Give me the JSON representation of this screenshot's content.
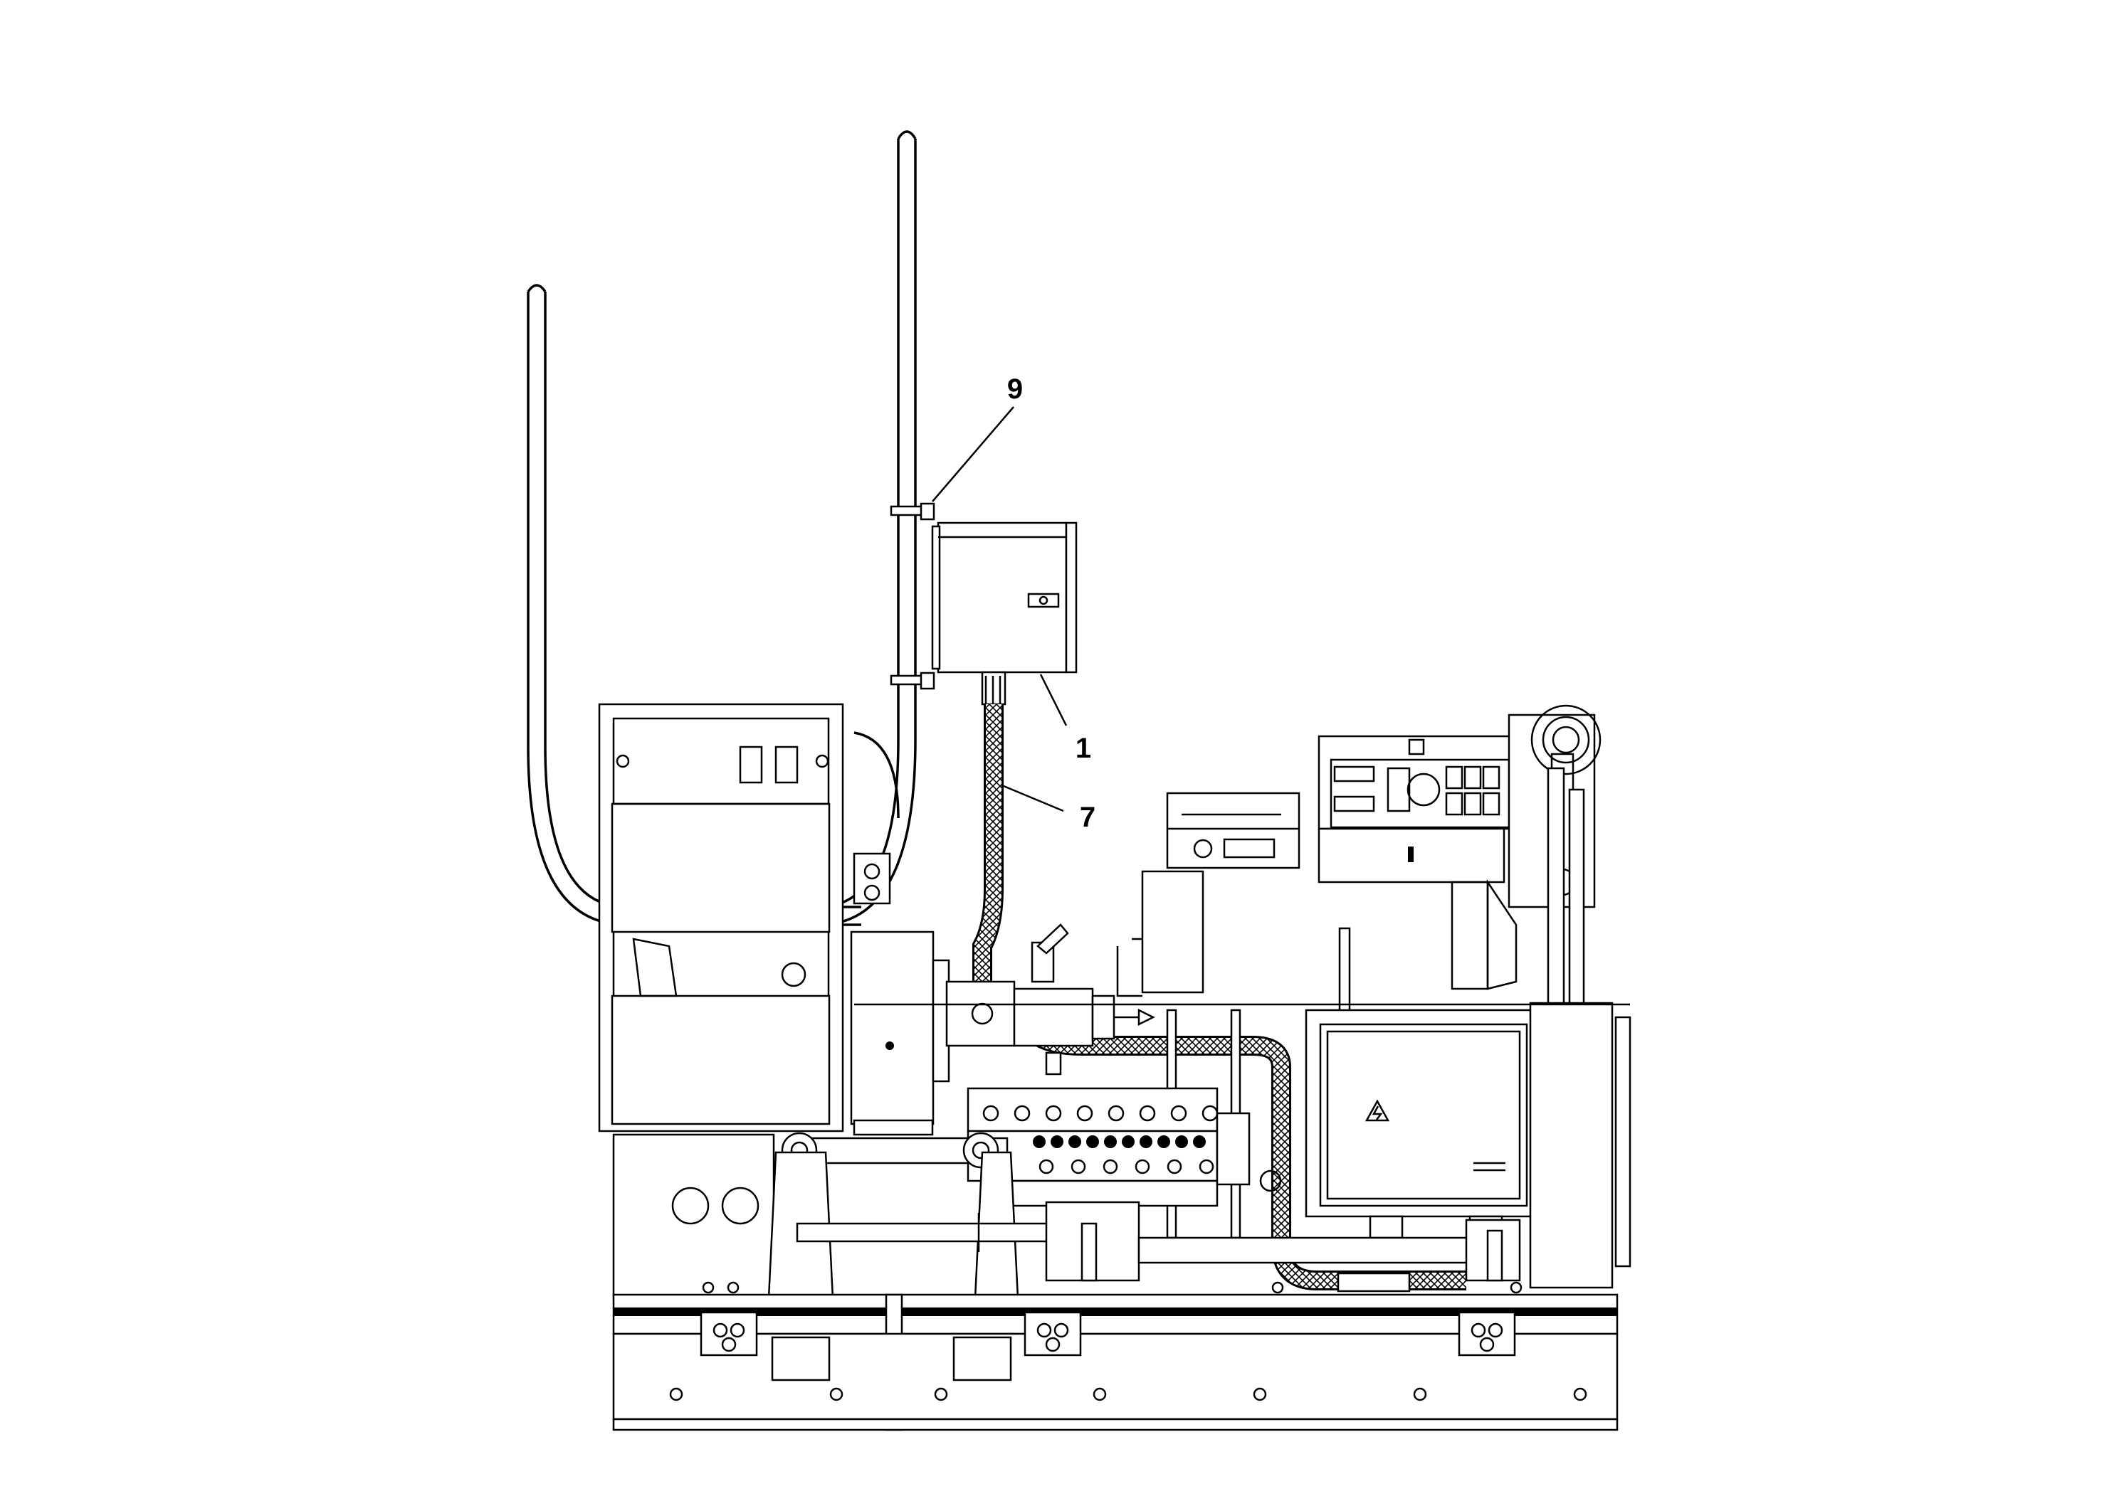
{
  "callouts": [
    {
      "id": "9",
      "label": "9"
    },
    {
      "id": "1",
      "label": "1"
    },
    {
      "id": "7",
      "label": "7"
    }
  ],
  "colors": {
    "line": "#000000",
    "background": "#ffffff"
  },
  "icons": {
    "warning": "high-voltage-warning-icon"
  }
}
